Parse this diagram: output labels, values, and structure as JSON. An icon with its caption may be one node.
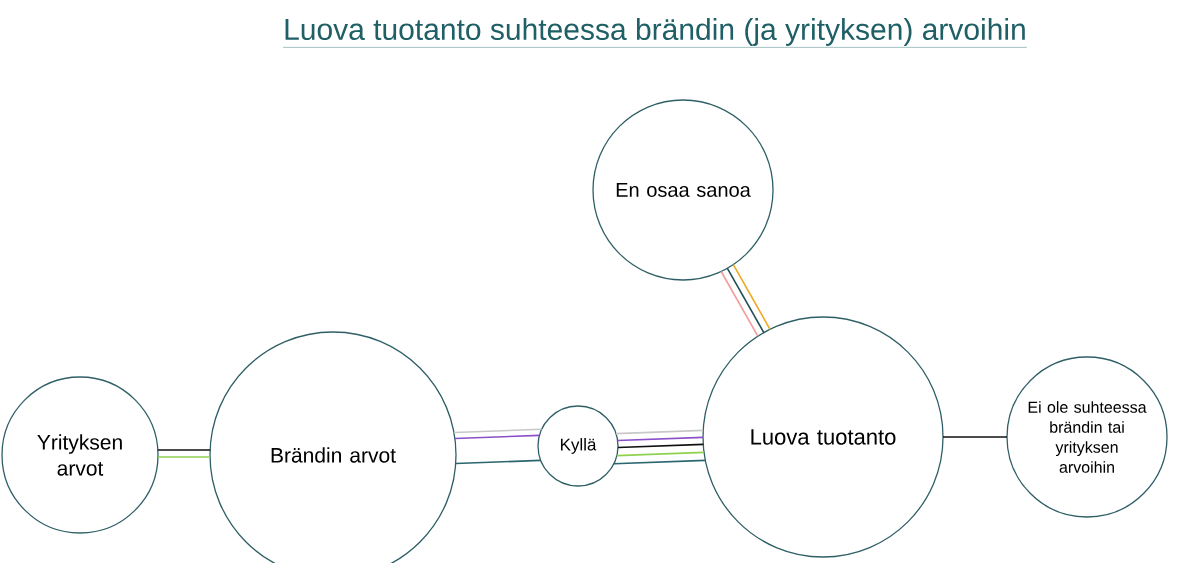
{
  "diagram": {
    "title": "Luova tuotanto suhteessa brändin (ja yrityksen) arvoihin",
    "nodes": [
      {
        "text": [
          "En osaa sanoa"
        ]
      },
      {
        "text": [
          "Yrityksen arvot"
        ]
      },
      {
        "text": [
          "Brändin arvot"
        ]
      },
      {
        "text": [
          "Kyllä"
        ]
      },
      {
        "text": [
          "Luova tuotanto"
        ]
      },
      {
        "text": [
          "Ei ole suhteessa brändin tai yrityksen arvoihin"
        ]
      }
    ],
    "edges": [
      {
        "from": 1,
        "to": 2,
        "arrow": "none",
        "color": "#111111"
      },
      {
        "from": 1,
        "to": 2,
        "arrow": "none",
        "color": "#8fd14f"
      },
      {
        "from": 2,
        "to": 3,
        "arrow": "none",
        "color": "#c8c8c8"
      },
      {
        "from": 2,
        "to": 3,
        "arrow": "none",
        "color": "#8a4fc9"
      },
      {
        "from": 2,
        "to": 3,
        "arrow": "none",
        "color": "#2a6670"
      },
      {
        "from": 3,
        "to": 4,
        "arrow": "none",
        "color": "#c8c8c8"
      },
      {
        "from": 3,
        "to": 4,
        "arrow": "none",
        "color": "#8a4fc9"
      },
      {
        "from": 3,
        "to": 4,
        "arrow": "none",
        "color": "#111111"
      },
      {
        "from": 3,
        "to": 4,
        "arrow": "none",
        "color": "#8fd14f"
      },
      {
        "from": 3,
        "to": 4,
        "arrow": "none",
        "color": "#2a6670"
      },
      {
        "from": 0,
        "to": 4,
        "arrow": "none",
        "color": "#f29b9b"
      },
      {
        "from": 0,
        "to": 4,
        "arrow": "none",
        "color": "#1f4f55"
      },
      {
        "from": 0,
        "to": 4,
        "arrow": "none",
        "color": "#f0a820"
      },
      {
        "from": 4,
        "to": 5,
        "arrow": "none",
        "color": "#111111"
      }
    ]
  }
}
